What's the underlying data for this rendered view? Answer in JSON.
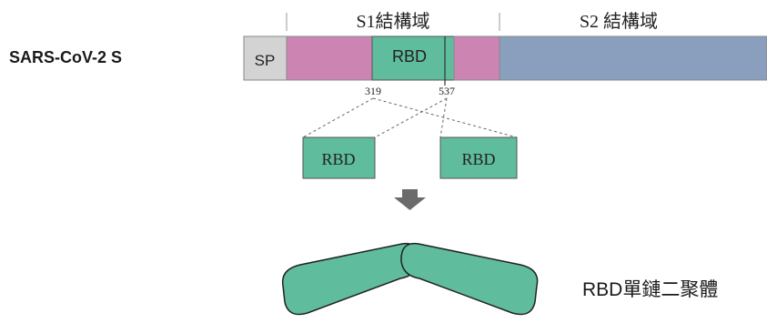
{
  "protein_name": "SARS-CoV-2 S",
  "domains": {
    "s1_label": "S1結構域",
    "s2_label": "S2 結構域",
    "sp_label": "SP",
    "rbd_label": "RBD"
  },
  "positions": {
    "start": "319",
    "end": "537"
  },
  "fragments": {
    "left_label": "RBD",
    "right_label": "RBD"
  },
  "result_label": "RBD單鏈二聚體",
  "colors": {
    "sp": "#d3d3d3",
    "s1": "#cc84b2",
    "rbd": "#5fbc9c",
    "s2": "#8a9fbd",
    "arrow": "#6b6b6b"
  },
  "arrow_icon": "down-arrow-icon"
}
